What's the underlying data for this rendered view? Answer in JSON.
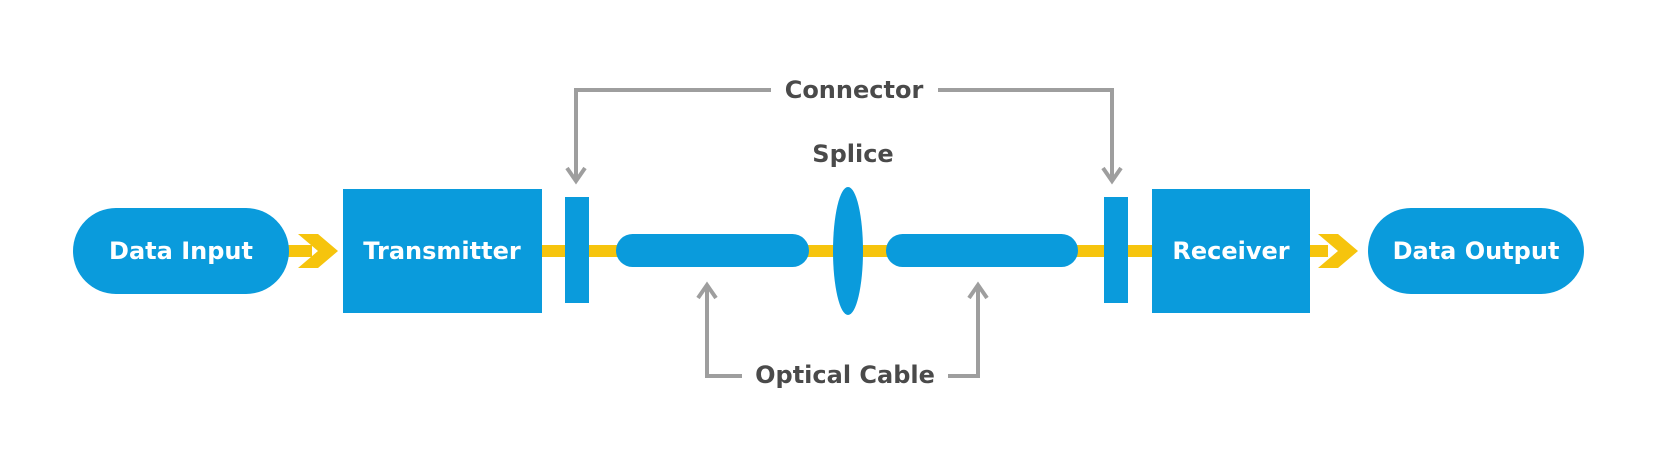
{
  "diagram": {
    "colors": {
      "component": "#0a9bdc",
      "signal": "#f6c40d",
      "leader": "#9e9e9e",
      "label": "#4a4a4a",
      "node_text": "#ffffff"
    },
    "nodes": {
      "data_input": "Data Input",
      "transmitter": "Transmitter",
      "receiver": "Receiver",
      "data_output": "Data Output"
    },
    "callouts": {
      "connector": "Connector",
      "splice": "Splice",
      "optical_cable": "Optical Cable"
    }
  }
}
